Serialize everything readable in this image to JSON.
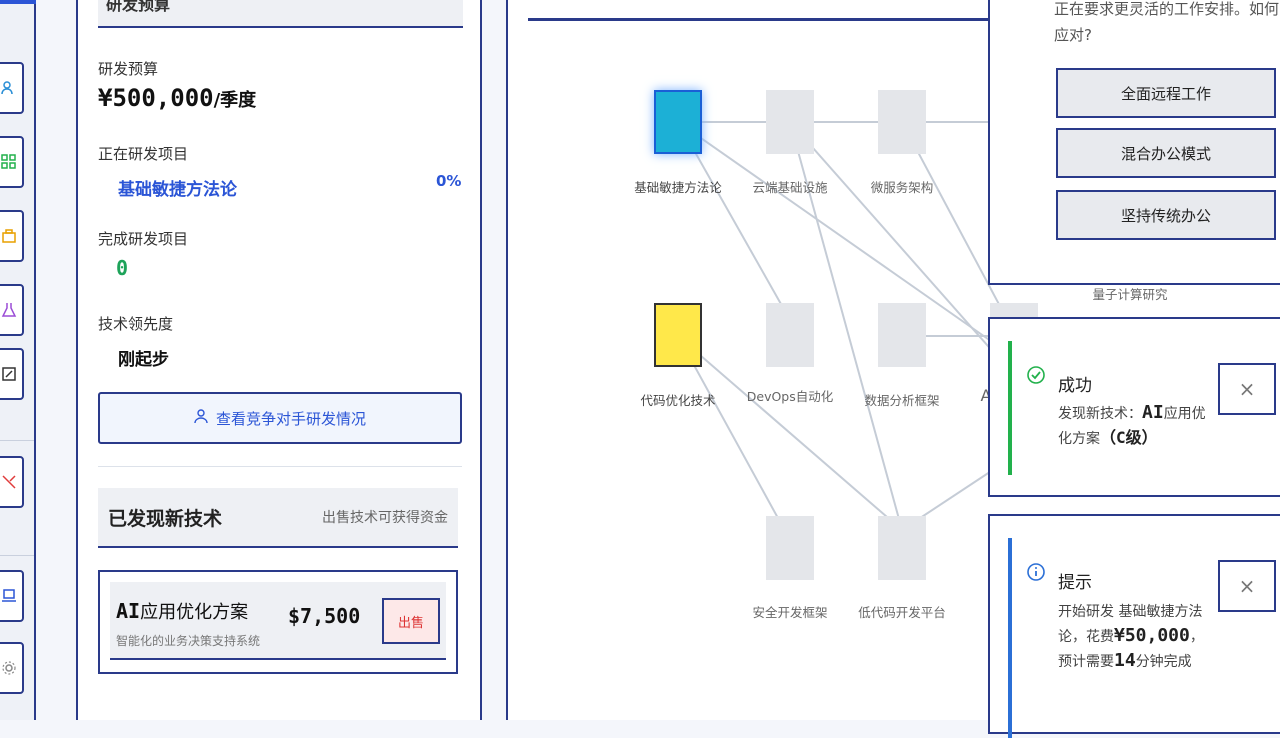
{
  "sidebar": {
    "icons": [
      "users-icon",
      "grid-icon",
      "briefcase-icon",
      "flask-icon",
      "note-icon",
      "tools-off-icon",
      "laptop-icon",
      "settings-icon"
    ]
  },
  "rd_panel": {
    "header_partial": "研发预算",
    "budget_label": "研发预算",
    "budget_value": "¥500,000",
    "budget_unit": "/季度",
    "current_label": "正在研发项目",
    "current_project": "基础敏捷方法论",
    "current_progress": "0%",
    "done_label": "完成研发项目",
    "done_value": "0",
    "lead_label": "技术领先度",
    "lead_value": "刚起步",
    "compete_button": "查看竞争对手研发情况"
  },
  "new_tech": {
    "title": "已发现新技术",
    "hint": "出售技术可获得资金",
    "items": [
      {
        "name_prefix": "AI",
        "name_rest": "应用优化方案",
        "description": "智能化的业务决策支持系统",
        "price": "$7,500",
        "sell_label": "出售"
      }
    ]
  },
  "tech_tree": {
    "nodes": [
      {
        "label": "基础敏捷方法论",
        "state": "active"
      },
      {
        "label": "云端基础设施",
        "state": "locked"
      },
      {
        "label": "微服务架构",
        "state": "locked"
      },
      {
        "label": "代码优化技术",
        "state": "yellow"
      },
      {
        "label": "DevOps自动化",
        "state": "locked"
      },
      {
        "label": "数据分析框架",
        "state": "locked"
      },
      {
        "label": "安全开发框架",
        "state": "locked"
      },
      {
        "label": "低代码开发平台",
        "state": "locked"
      },
      {
        "label": "量子计算研究",
        "state": "locked"
      },
      {
        "label": "A",
        "state": "locked"
      }
    ]
  },
  "dialog": {
    "question": "正在要求更灵活的工作安排。如何应对?",
    "options": [
      "全面远程工作",
      "混合办公模式",
      "坚持传统办公"
    ]
  },
  "toasts": [
    {
      "type": "success",
      "title": "成功",
      "body_prefix": "发现新技术：",
      "body_tech": "AI",
      "body_rest": "应用优化方案",
      "body_grade": "（C级）",
      "color": "#22b14c"
    },
    {
      "type": "info",
      "title": "提示",
      "body_prefix": "开始研发  基础敏捷方法论，花费",
      "body_cost": "¥50,000",
      "body_mid": "，预计需要",
      "body_minutes": "14",
      "body_suffix": "分钟完成",
      "color": "#2b6fd6"
    }
  ],
  "close_label": "×"
}
